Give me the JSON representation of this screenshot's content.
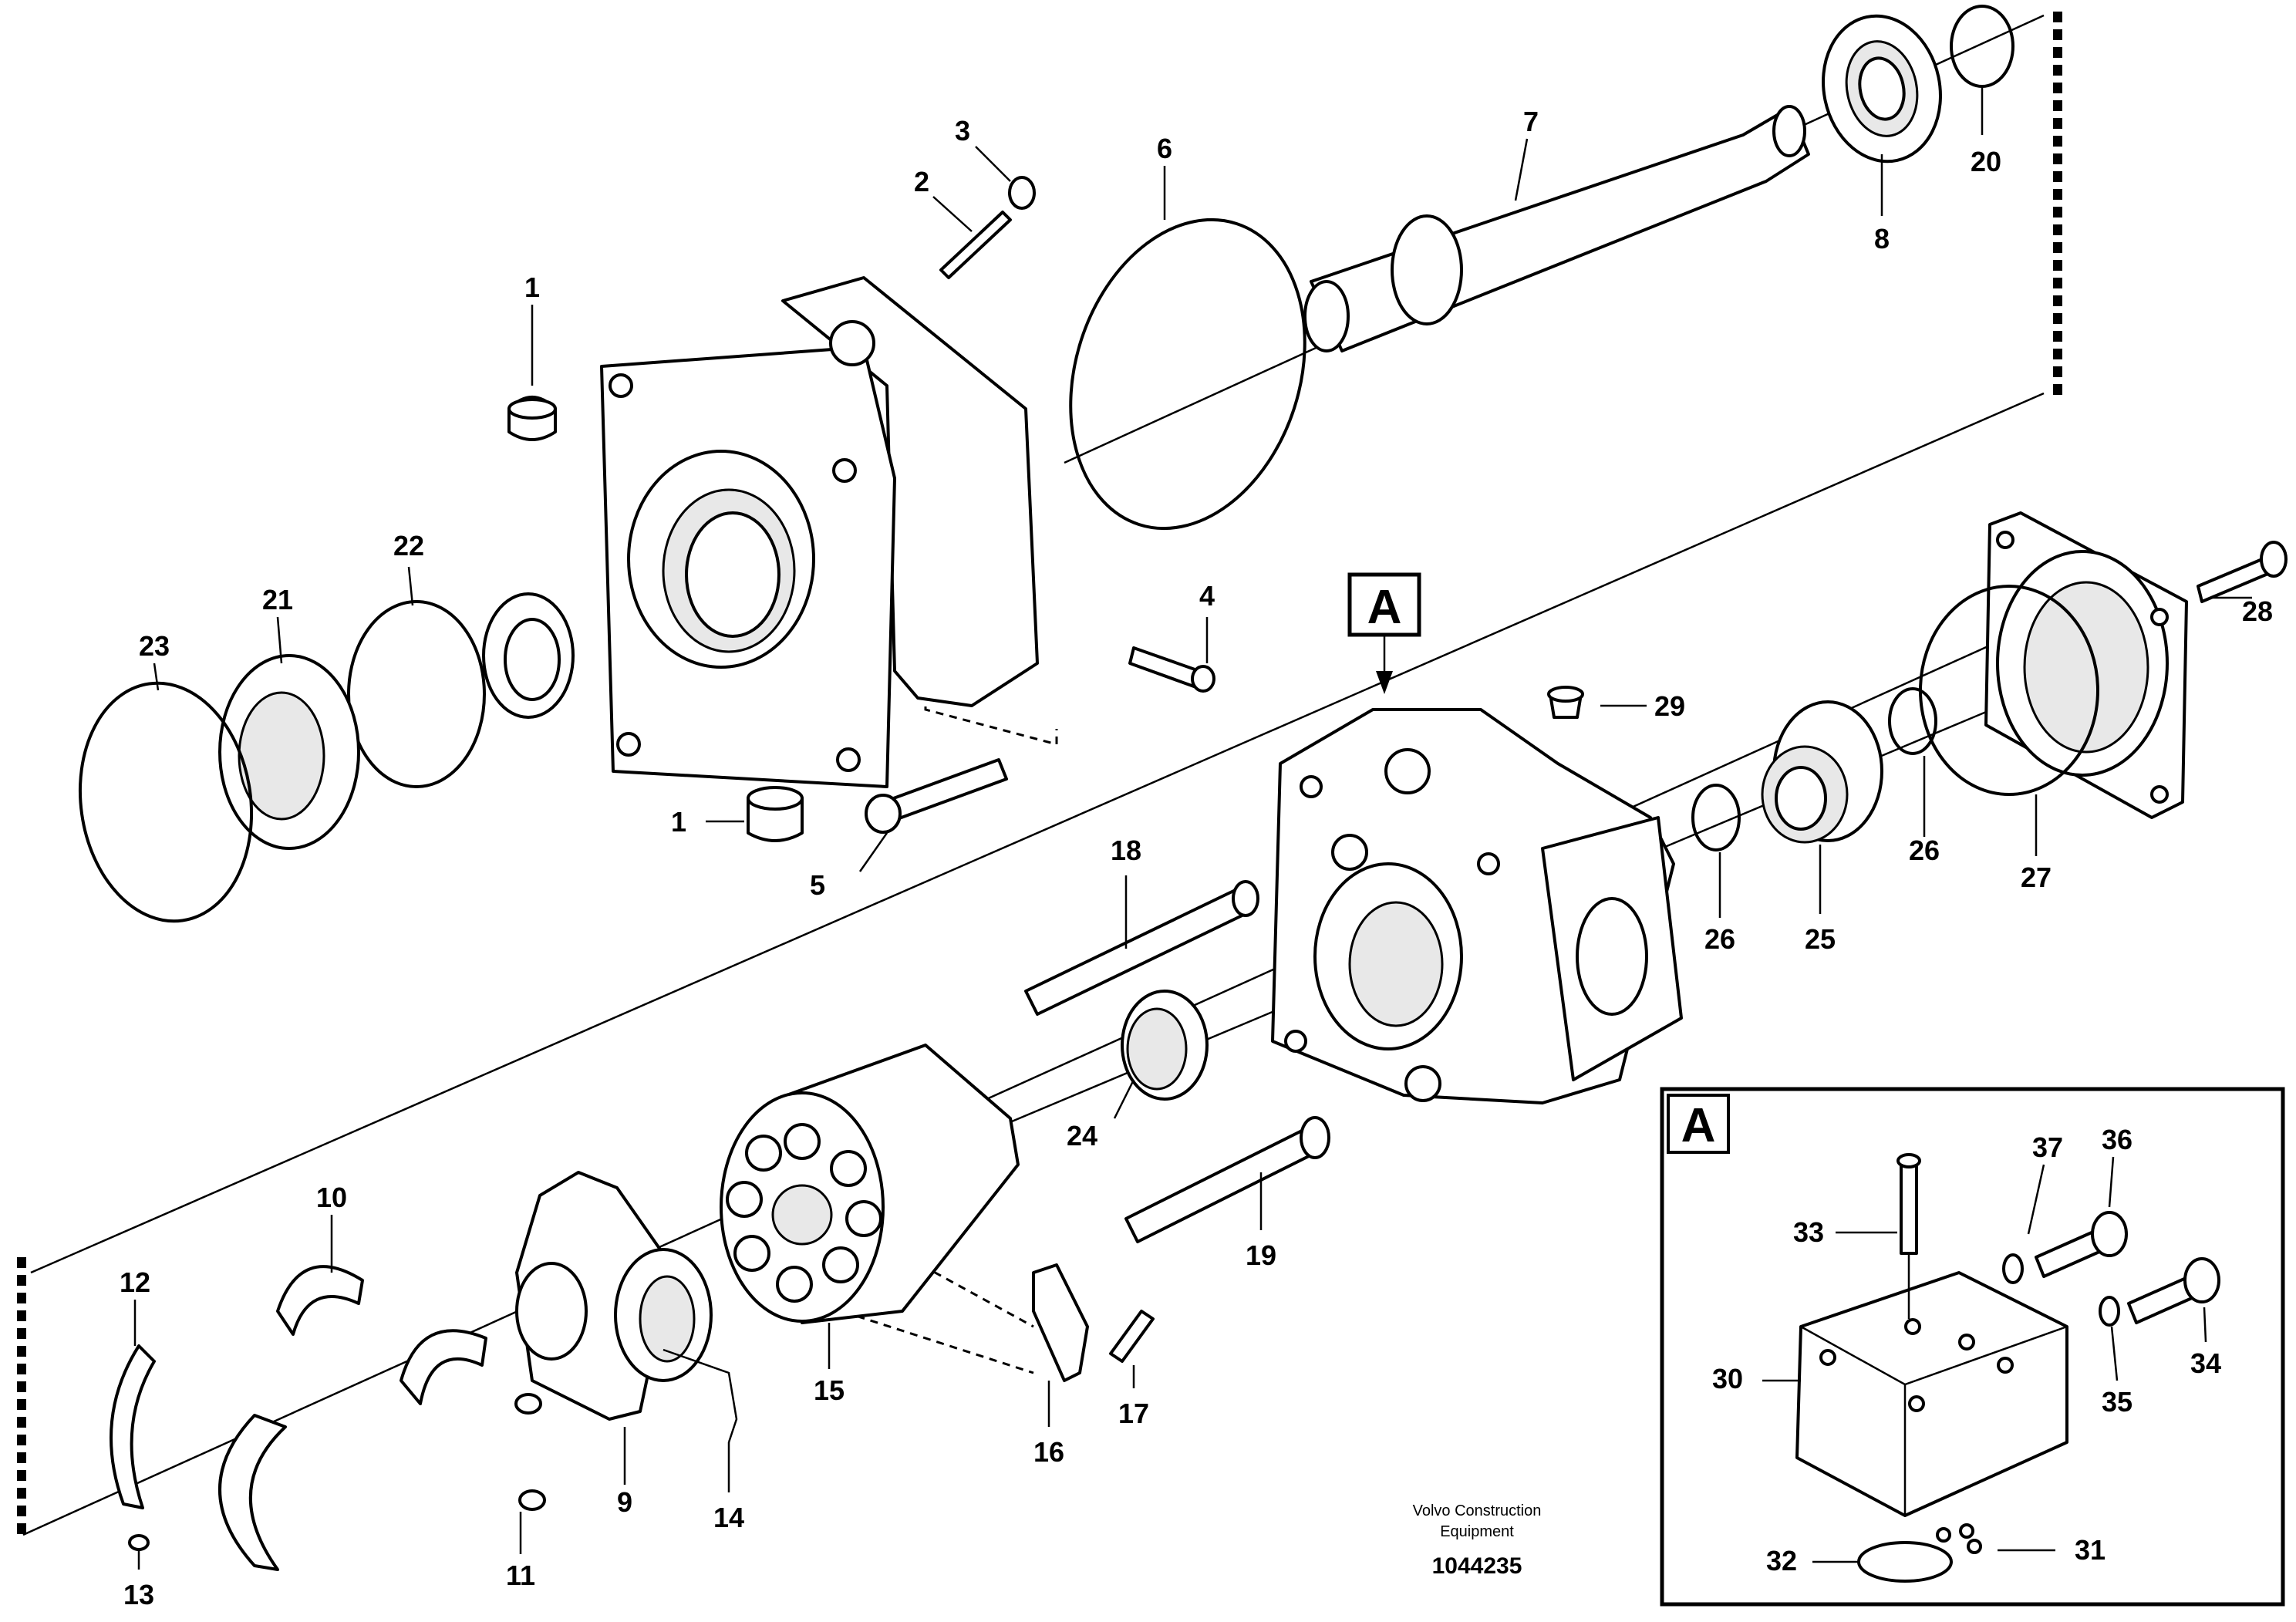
{
  "callouts": [
    {
      "id": "c1a",
      "text": "1"
    },
    {
      "id": "c1b",
      "text": "1"
    },
    {
      "id": "c2",
      "text": "2"
    },
    {
      "id": "c3",
      "text": "3"
    },
    {
      "id": "c4",
      "text": "4"
    },
    {
      "id": "c5",
      "text": "5"
    },
    {
      "id": "c6",
      "text": "6"
    },
    {
      "id": "c7",
      "text": "7"
    },
    {
      "id": "c8",
      "text": "8"
    },
    {
      "id": "c9",
      "text": "9"
    },
    {
      "id": "c10",
      "text": "10"
    },
    {
      "id": "c11",
      "text": "11"
    },
    {
      "id": "c12",
      "text": "12"
    },
    {
      "id": "c13",
      "text": "13"
    },
    {
      "id": "c14",
      "text": "14"
    },
    {
      "id": "c15",
      "text": "15"
    },
    {
      "id": "c16",
      "text": "16"
    },
    {
      "id": "c17",
      "text": "17"
    },
    {
      "id": "c18",
      "text": "18"
    },
    {
      "id": "c19",
      "text": "19"
    },
    {
      "id": "c20",
      "text": "20"
    },
    {
      "id": "c21",
      "text": "21"
    },
    {
      "id": "c22",
      "text": "22"
    },
    {
      "id": "c23",
      "text": "23"
    },
    {
      "id": "c24",
      "text": "24"
    },
    {
      "id": "c25",
      "text": "25"
    },
    {
      "id": "c26a",
      "text": "26"
    },
    {
      "id": "c26b",
      "text": "26"
    },
    {
      "id": "c27",
      "text": "27"
    },
    {
      "id": "c28",
      "text": "28"
    },
    {
      "id": "c29",
      "text": "29"
    },
    {
      "id": "c30",
      "text": "30"
    },
    {
      "id": "c31",
      "text": "31"
    },
    {
      "id": "c32",
      "text": "32"
    },
    {
      "id": "c33",
      "text": "33"
    },
    {
      "id": "c34",
      "text": "34"
    },
    {
      "id": "c35",
      "text": "35"
    },
    {
      "id": "c36",
      "text": "36"
    },
    {
      "id": "c37",
      "text": "37"
    }
  ],
  "detail_marker": {
    "letter": "A"
  },
  "inset": {
    "letter": "A"
  },
  "footer": {
    "company_line1": "Volvo Construction",
    "company_line2": "Equipment",
    "drawing_number": "1044235"
  }
}
